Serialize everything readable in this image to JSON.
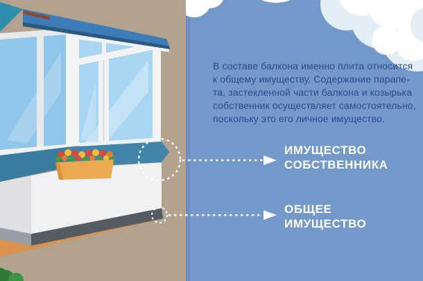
{
  "infographic": {
    "description": "В составе балкона именно плита относится\nк общему имуществу. Содержание парапе-\nта, застекленной части балкона и козырька\nсобственник осуществляет самостоятельно,\nпоскольку это его личное имущество.",
    "labels": {
      "owner_property": "ИМУЩЕСТВО\nСОБСТВЕННИКА",
      "common_property": "ОБЩЕЕ\nИМУЩЕСТВО"
    },
    "callouts": [
      {
        "target": "застекленная часть балкона, парапет и козырёк",
        "label": "ИМУЩЕСТВО СОБСТВЕННИКА"
      },
      {
        "target": "балконная плита",
        "label": "ОБЩЕЕ ИМУЩЕСТВО"
      }
    ]
  },
  "colors": {
    "sky": "#7398ca",
    "sky_edge": "#6d90c1",
    "wall": "#b3a28d",
    "text": "#2b4b8e",
    "label": "#ffffff",
    "canopy": "#3c7cb8",
    "canopy_top": "#2f8dad",
    "canopy_under": "#2a5a80",
    "sill": "#4285ab",
    "sill_side": "#3a7ba0",
    "glass": "#a9d6f2",
    "glass_side": "#8fc6e9",
    "frame": "#f2f3f5",
    "parapet": "#f0f1f3",
    "parapet_side": "#dfe0e3",
    "slab": "#555b63",
    "slab_side": "#999ea6",
    "shadow": "#db924e",
    "flower_box": "#ecaa50",
    "bush": "#2c7a35",
    "cloud": "#ffffff",
    "cloud_shade": "#e4eef7",
    "arrow": "#ffffff"
  }
}
